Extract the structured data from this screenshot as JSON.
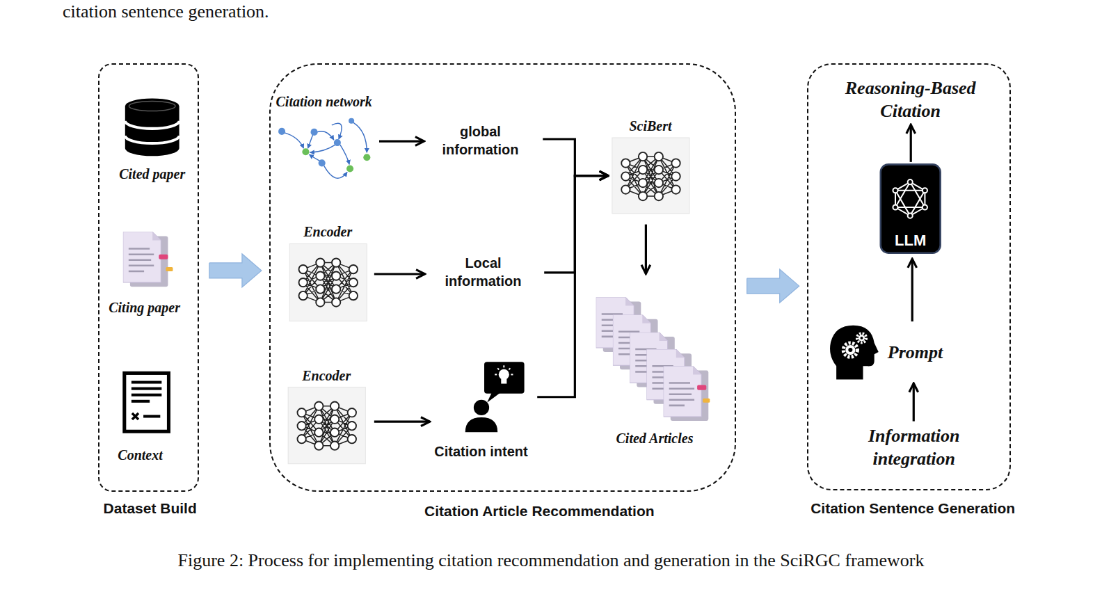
{
  "diagram": {
    "caption": "Figure 2: Process for implementing citation recommendation and generation in the SciRGC framework",
    "nodes": [
      {
        "text": [
          "Dataset Build"
        ]
      },
      {
        "text": [
          "Cited paper"
        ],
        "in": 0
      },
      {
        "text": [
          "Citing paper"
        ],
        "in": 0
      },
      {
        "text": [
          "Context"
        ],
        "in": 0
      },
      {
        "text": [
          "Citation Article Recommendation"
        ]
      },
      {
        "text": [
          "Citation network"
        ],
        "in": 4
      },
      {
        "text": [
          "global information"
        ],
        "in": 4
      },
      {
        "text": [
          "Encoder"
        ],
        "in": 4
      },
      {
        "text": [
          "Local information"
        ],
        "in": 4
      },
      {
        "text": [
          "Encoder"
        ],
        "in": 4
      },
      {
        "text": [
          "Citation intent"
        ],
        "in": 4
      },
      {
        "text": [
          "SciBert"
        ],
        "in": 4
      },
      {
        "text": [
          "Cited Articles"
        ],
        "in": 4
      },
      {
        "text": [
          "Citation Sentence Generation"
        ]
      },
      {
        "text": [
          "Reasoning-Based Citation"
        ],
        "in": 13
      },
      {
        "text": [
          "LLM"
        ],
        "in": 13
      },
      {
        "text": [
          "Prompt"
        ],
        "in": 13
      },
      {
        "text": [
          "Information integration"
        ],
        "in": 13
      }
    ],
    "edges": [
      {
        "from": 0,
        "to": 4,
        "arrow": "to"
      },
      {
        "from": 4,
        "to": 13,
        "arrow": "to"
      },
      {
        "from": 5,
        "to": 6,
        "arrow": "to"
      },
      {
        "from": 7,
        "to": 8,
        "arrow": "to"
      },
      {
        "from": 9,
        "to": 10,
        "arrow": "to"
      },
      {
        "from": 6,
        "to": 11,
        "arrow": "to"
      },
      {
        "from": 8,
        "to": 11,
        "arrow": "to"
      },
      {
        "from": 10,
        "to": 11,
        "arrow": "to"
      },
      {
        "from": 11,
        "to": 12,
        "arrow": "to"
      },
      {
        "from": 17,
        "to": 16,
        "arrow": "to"
      },
      {
        "from": 16,
        "to": 15,
        "arrow": "to"
      },
      {
        "from": 15,
        "to": 14,
        "arrow": "to"
      }
    ],
    "labels": [
      "citation sentence generation."
    ]
  }
}
